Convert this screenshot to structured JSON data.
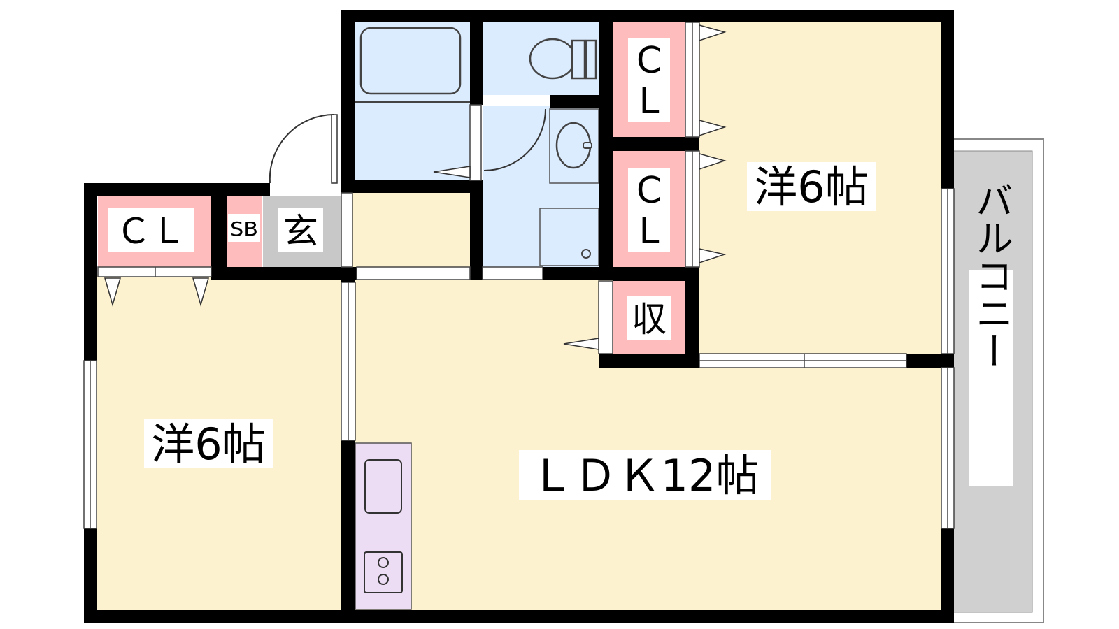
{
  "rooms": {
    "bedroom_right": {
      "label": "洋6帖"
    },
    "bedroom_left": {
      "label": "洋6帖"
    },
    "ldk": {
      "label": "ＬＤＫ12帖"
    },
    "closet_top_1": {
      "label_c": "C",
      "label_l": "L"
    },
    "closet_top_2": {
      "label_c": "C",
      "label_l": "L"
    },
    "storage": {
      "label": "収"
    },
    "closet_left": {
      "label": "ＣＬ"
    },
    "shoe_box": {
      "label": "SB"
    },
    "entrance": {
      "label": "玄"
    },
    "balcony": {
      "label": "バルコニー"
    }
  },
  "colors": {
    "wall": "#000000",
    "floor_wood": "#fdf2d0",
    "wet_area": "#dcecff",
    "closet": "#ffbcbc",
    "entrance_floor": "#c8c8c8",
    "kitchen": "#ecdcf4",
    "balcony": "#d0d0d0"
  }
}
